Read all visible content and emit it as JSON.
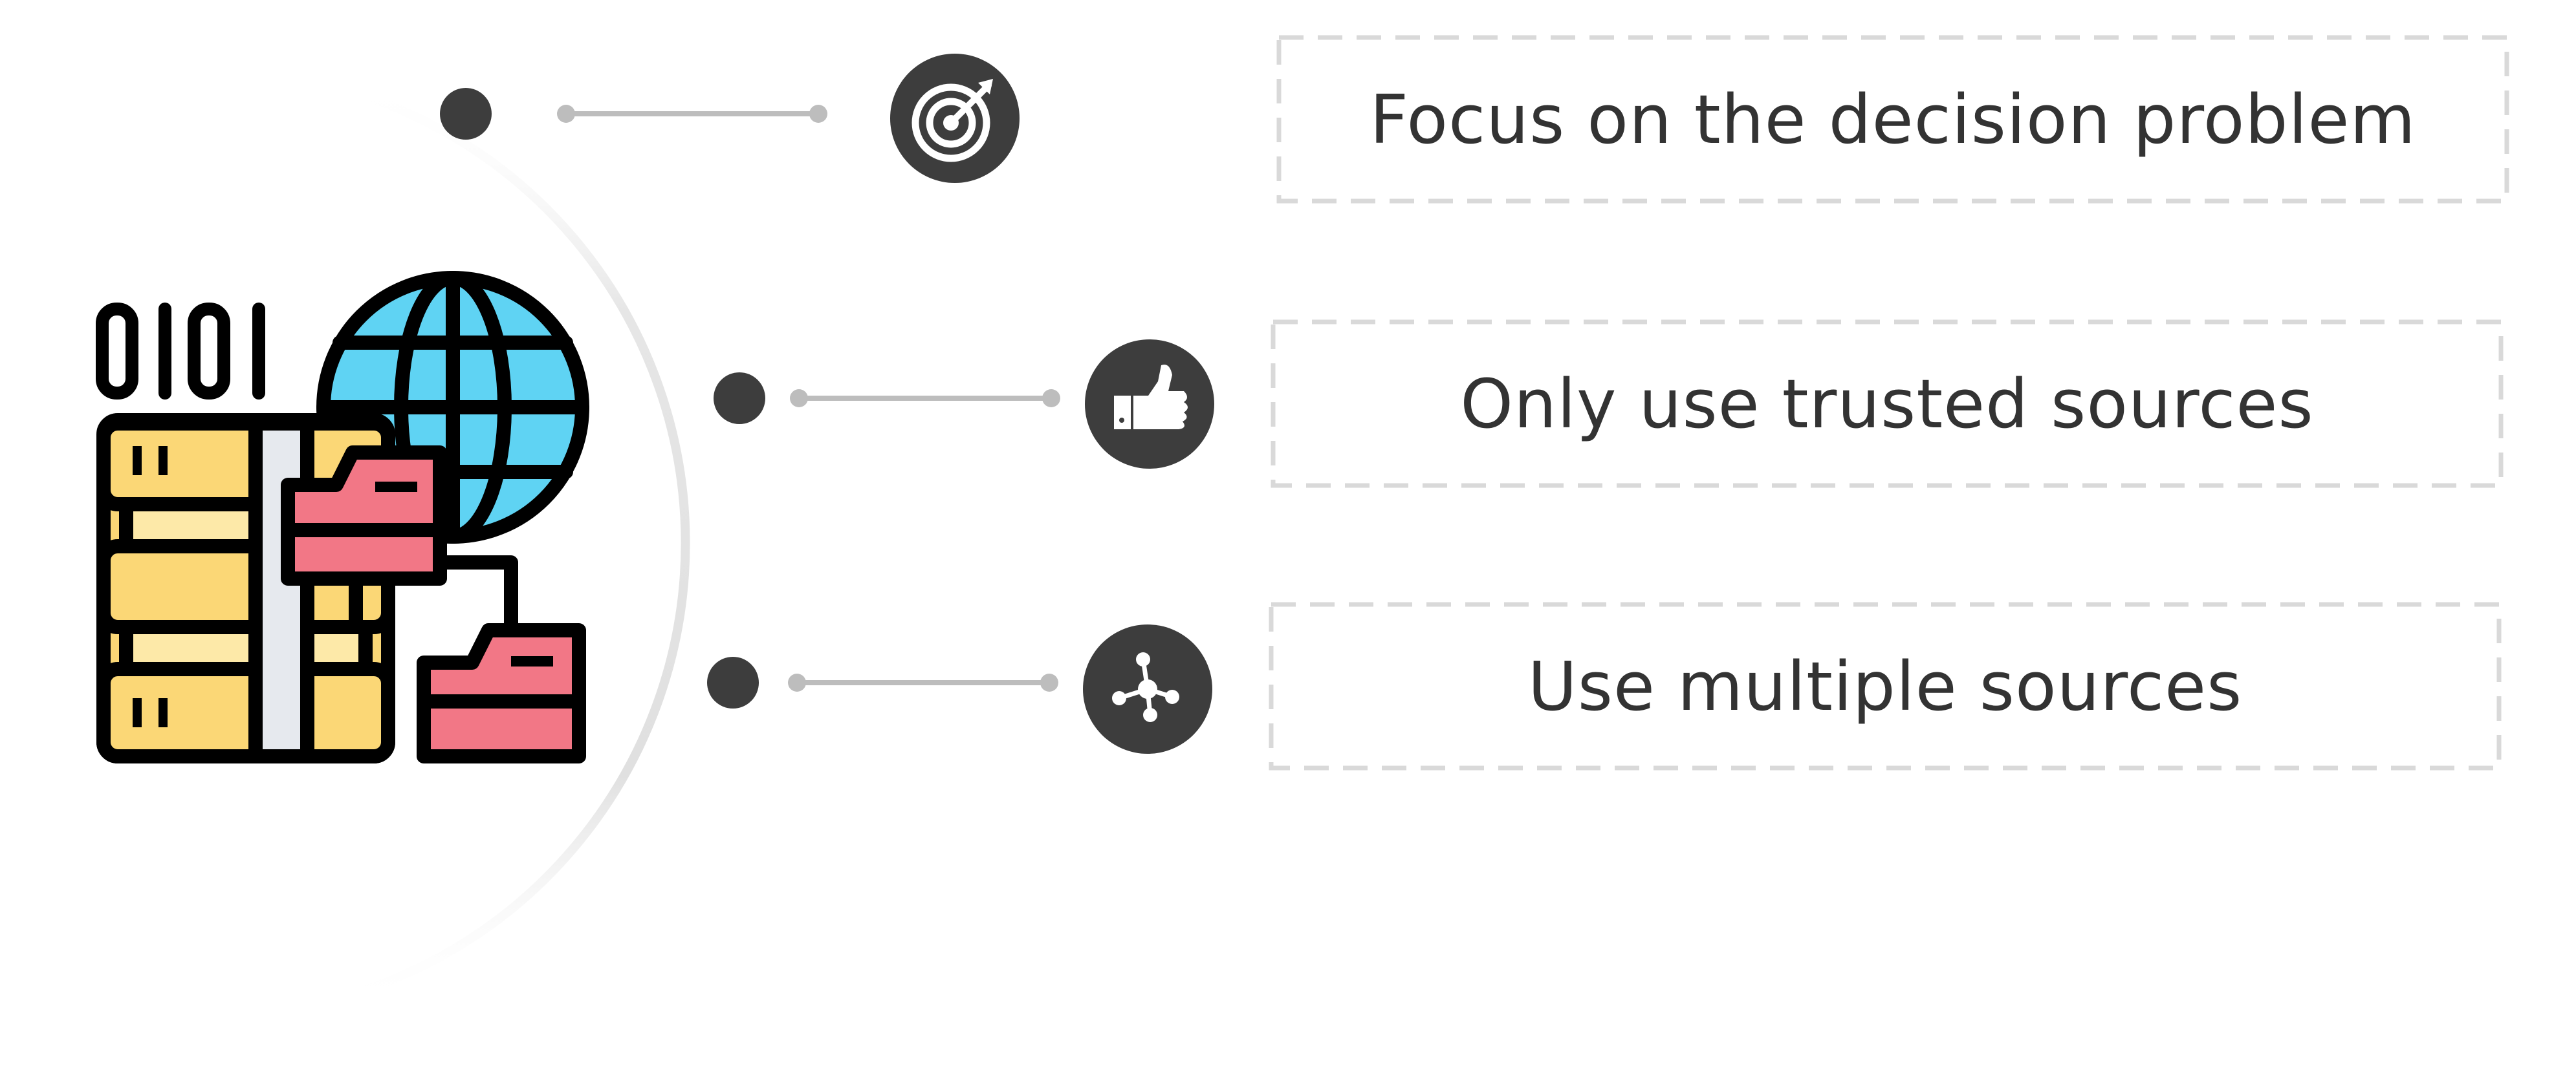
{
  "colors": {
    "dark": "#3d3d3d",
    "connector": "#bdbdbd",
    "arc": "#e3e3e3",
    "card_border": "#d9d9d9",
    "text": "#333333",
    "globe_blue": "#5fd3f3",
    "binder_yellow": "#fbd776",
    "binder_light": "#fde9a8",
    "folder_red": "#f27786",
    "stripe_gray": "#e6e9ee",
    "outline": "#000000"
  },
  "illustration": {
    "name": "data-storage-illustration",
    "binary_digits": "0101"
  },
  "items": [
    {
      "label": "Focus on the decision problem",
      "icon": "target-icon"
    },
    {
      "label": "Only use trusted sources",
      "icon": "thumbs-up-hand-icon"
    },
    {
      "label": "Use multiple sources",
      "icon": "network-nodes-icon"
    }
  ]
}
